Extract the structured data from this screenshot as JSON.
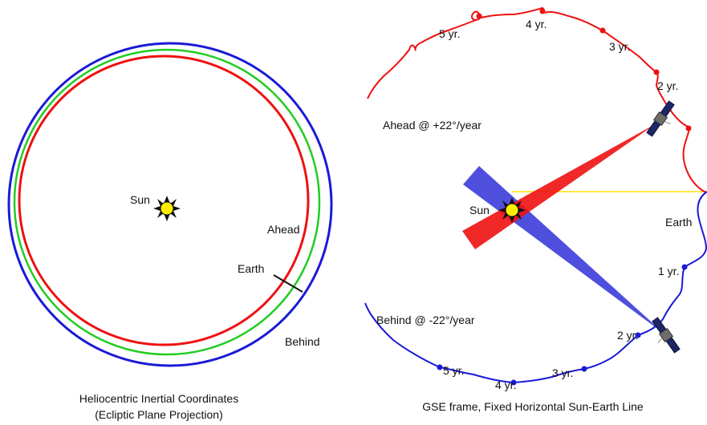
{
  "colors": {
    "ahead": "#ee1111",
    "behind": "#1a1ad6",
    "earth_orbit": "#22cc22",
    "sun_fill": "#ffee00",
    "sun_line": "#ffdd00"
  },
  "left": {
    "sun_label": "Sun",
    "ahead_label": "Ahead",
    "earth_label": "Earth",
    "behind_label": "Behind",
    "caption_line1": "Heliocentric Inertial Coordinates",
    "caption_line2": "(Ecliptic Plane Projection)"
  },
  "right": {
    "sun_label": "Sun",
    "earth_label": "Earth",
    "ahead_rate": "Ahead @ +22°/year",
    "behind_rate": "Behind @ -22°/year",
    "ahead_years": [
      "2 yr.",
      "3 yr.",
      "4 yr.",
      "5 yr."
    ],
    "behind_years": [
      "1 yr.",
      "2 yr.",
      "3 yr.",
      "4 yr.",
      "5 yr."
    ],
    "caption": "GSE frame, Fixed Horizontal Sun-Earth Line"
  },
  "icons": [
    "sun-icon",
    "spacecraft-icon"
  ]
}
